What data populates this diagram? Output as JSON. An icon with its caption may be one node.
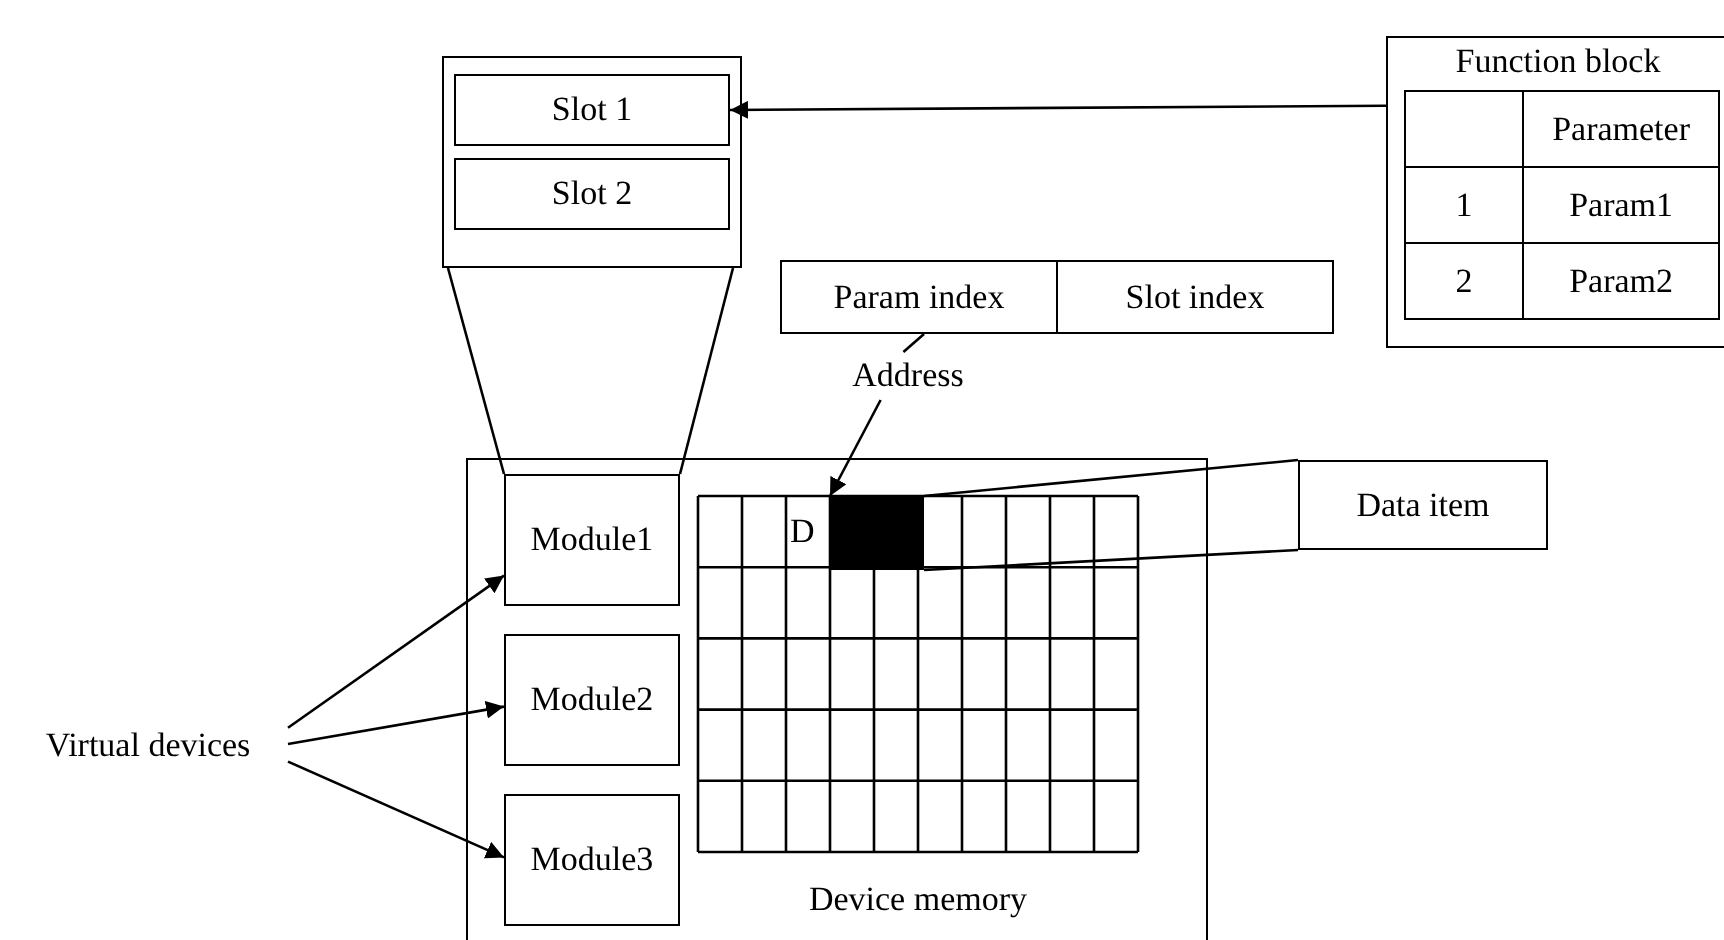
{
  "diagram": {
    "nodes": [
      {
        "text": [],
        "shape": "box"
      },
      {
        "text": [
          "Slot 1"
        ],
        "in": 0
      },
      {
        "text": [
          "Slot 2"
        ],
        "in": 0
      },
      {
        "text": [
          "Function block"
        ]
      },
      {
        "text": [
          "Param index",
          "Slot index"
        ]
      },
      {
        "text": [
          "Address"
        ]
      },
      {
        "text": [
          "Device memory"
        ]
      },
      {
        "text": [
          "Module1"
        ],
        "in": 6
      },
      {
        "text": [
          "Module2"
        ],
        "in": 6
      },
      {
        "text": [
          "Module3"
        ],
        "in": 6
      },
      {
        "text": [],
        "shape": "box",
        "in": 6
      },
      {
        "text": [
          "Data item"
        ]
      },
      {
        "text": [
          "Virtual devices"
        ]
      }
    ],
    "edges": [
      {
        "from": 3,
        "to": 1,
        "arrow": "to"
      },
      {
        "from": 4,
        "to": 5,
        "arrow": "none"
      },
      {
        "from": 5,
        "to": 10,
        "arrow": "to"
      },
      {
        "from": 0,
        "to": 7,
        "arrow": "none"
      },
      {
        "from": 0,
        "to": 7,
        "arrow": "none"
      },
      {
        "from": 10,
        "to": 11,
        "arrow": "none"
      },
      {
        "from": 10,
        "to": 11,
        "arrow": "none"
      },
      {
        "from": 12,
        "to": 7,
        "arrow": "to"
      },
      {
        "from": 12,
        "to": 8,
        "arrow": "to"
      },
      {
        "from": 12,
        "to": 9,
        "arrow": "to"
      }
    ],
    "labels": [
      "Parameter",
      "1",
      "Param1",
      "2",
      "Param2",
      "D"
    ]
  }
}
